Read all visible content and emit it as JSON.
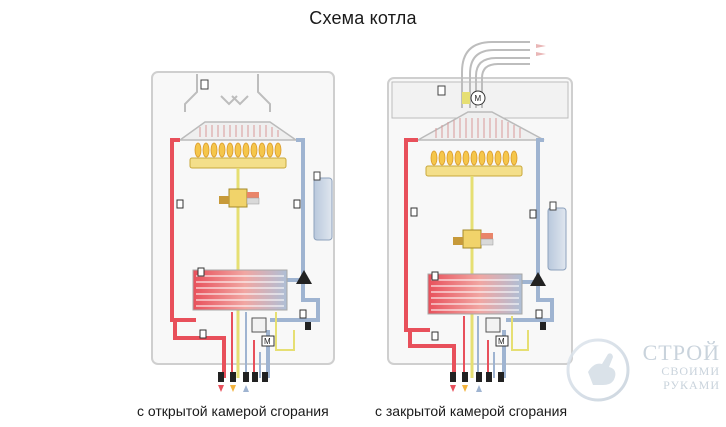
{
  "title": "Схема котла",
  "captions": {
    "open": "с открытой камерой сгорания",
    "closed": "с закрытой камерой сгорания"
  },
  "watermark": {
    "line1": "СТРОЙ",
    "line2": "СВОИМИ",
    "line3": "РУКАМИ"
  },
  "colors": {
    "hot": "#e8505b",
    "cold": "#8fa8c8",
    "gas": "#e7e27a",
    "flame": "#f3b33d",
    "frame": "#c8c8c8"
  }
}
